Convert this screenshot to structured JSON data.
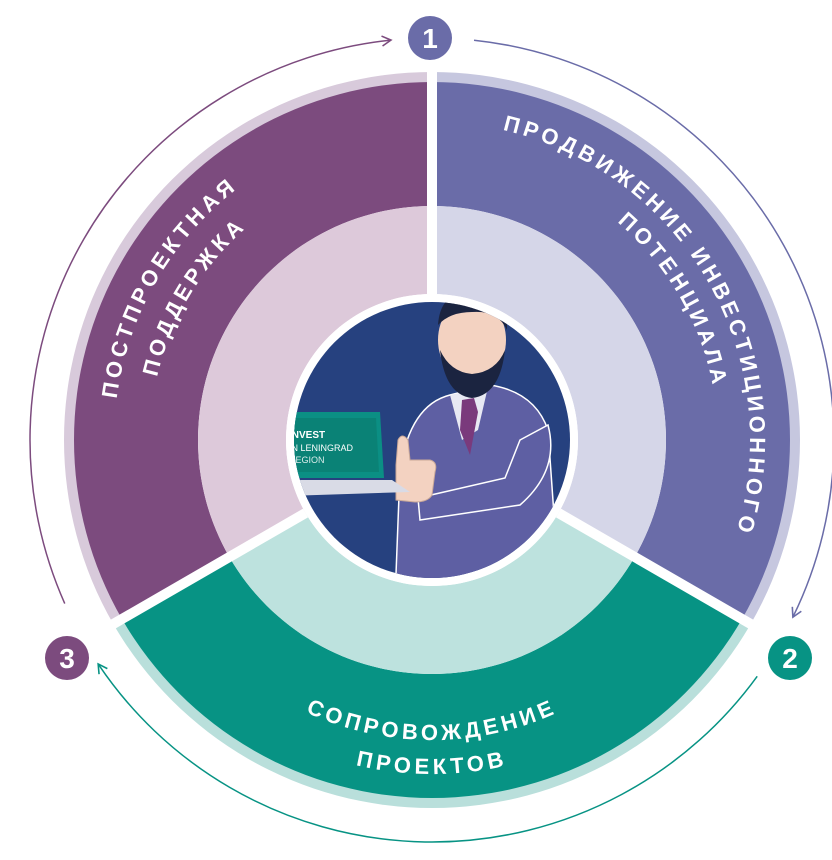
{
  "segments": [
    {
      "id": 1,
      "line1": "ПРОДВИЖЕНИЕ ИНВЕСТИЦИОННОГО",
      "line2": "ПОТЕНЦИАЛА",
      "color_outer": "#6a6ca8",
      "color_inner": "#d5d6e8",
      "color_shadow": "#c6c7df"
    },
    {
      "id": 2,
      "line1": "СОПРОВОЖДЕНИЕ",
      "line2": "ПРОЕКТОВ",
      "color_outer": "#079384",
      "color_inner": "#bde2de",
      "color_shadow": "#b9dfdb"
    },
    {
      "id": 3,
      "line1": "ПОСТПРОЕКТНАЯ",
      "line2": "ПОДДЕРЖКА",
      "color_outer": "#7c4b7e",
      "color_inner": "#ddc9da",
      "color_shadow": "#d8cadb"
    }
  ],
  "badges": [
    {
      "num": "1",
      "color": "#6a6ca8"
    },
    {
      "num": "2",
      "color": "#079384"
    },
    {
      "num": "3",
      "color": "#7c4b7e"
    }
  ],
  "laptop": {
    "brand_line1": "INVEST",
    "brand_line2": "IN LENINGRAD",
    "brand_line3": "REGION"
  },
  "colors": {
    "center_bg": "#26417f",
    "arrow_1_2": "#6a6ca8",
    "arrow_2_3": "#079384",
    "arrow_3_1": "#7c4b7e"
  }
}
